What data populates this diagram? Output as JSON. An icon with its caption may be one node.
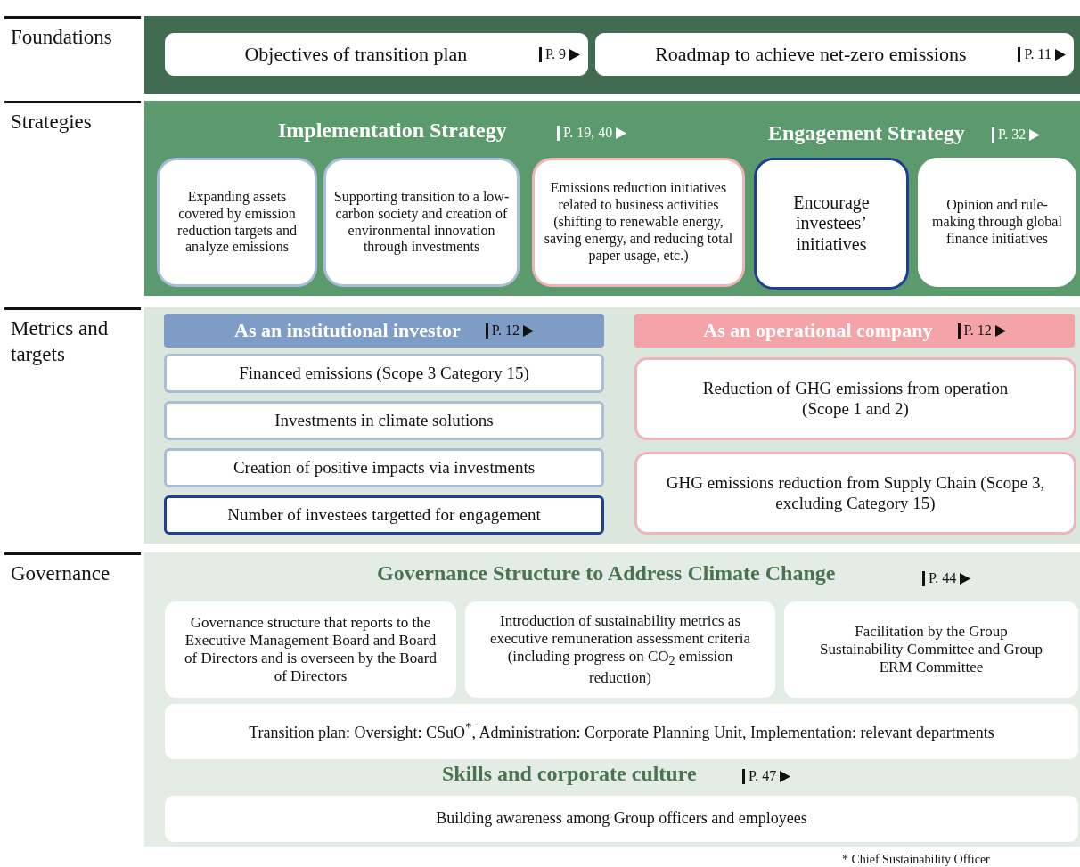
{
  "diagram": {
    "nodes": [
      {
        "text": [
          "Foundations"
        ]
      },
      {
        "text": [
          "Objectives of transition plan",
          "P. 9"
        ],
        "in": 0
      },
      {
        "text": [
          "Roadmap to achieve net-zero emissions",
          "P. 11"
        ],
        "in": 0
      },
      {
        "text": [
          "Strategies"
        ]
      },
      {
        "text": [
          "Expanding assets covered by emission reduction targets and analyze emissions"
        ],
        "in": 3
      },
      {
        "text": [
          "Supporting transition to a low-carbon society and creation of environmental innovation through investments"
        ],
        "in": 3
      },
      {
        "text": [
          "Emissions reduction initiatives related to business activities (shifting to renewable energy, saving energy, and reducing total paper usage, etc.)"
        ],
        "in": 3
      },
      {
        "text": [
          "Encourage investees’ initiatives"
        ],
        "in": 3
      },
      {
        "text": [
          "Opinion and rule-making through global finance initiatives"
        ],
        "in": 3
      },
      {
        "text": [
          "Metrics and targets"
        ]
      },
      {
        "text": [
          "As an institutional investor",
          "P. 12"
        ],
        "in": 9
      },
      {
        "text": [
          "Financed emissions (Scope 3 Category 15)"
        ],
        "in": 9
      },
      {
        "text": [
          "Investments in climate solutions"
        ],
        "in": 9
      },
      {
        "text": [
          "Creation of positive impacts via investments"
        ],
        "in": 9
      },
      {
        "text": [
          "Number of investees targetted for engagement"
        ],
        "in": 9
      },
      {
        "text": [
          "As an operational company",
          "P. 12"
        ],
        "in": 9
      },
      {
        "text": [
          "Reduction of GHG emissions from operation (Scope 1 and 2)"
        ],
        "in": 9
      },
      {
        "text": [
          "GHG emissions reduction from Supply Chain (Scope 3, excluding Category 15)"
        ],
        "in": 9
      },
      {
        "text": [
          "Governance"
        ]
      },
      {
        "text": [
          "Governance structure that reports to the Executive Management Board and Board of Directors and is overseen by the Board of Directors"
        ],
        "in": 18
      },
      {
        "text": [
          "Introduction of sustainability metrics as executive remuneration assessment criteria (including progress on CO$_{2}$ emission reduction)"
        ],
        "in": 18
      },
      {
        "text": [
          "Facilitation by the Group Sustainability Committee and Group ERM Committee"
        ],
        "in": 18
      },
      {
        "text": [
          "Transition plan: Oversight: CSuO$^{*}$, Administration: Corporate Planning Unit, Implementation: relevant departments"
        ],
        "in": 18
      },
      {
        "text": [
          "Building awareness among Group officers and employees"
        ],
        "in": 18
      }
    ],
    "edges": [],
    "labels": [
      "Implementation Strategy",
      "P. 19, 40",
      "Engagement Strategy",
      "P. 32",
      "Governance Structure to Address Climate Change",
      "P. 44",
      "Skills and corporate culture",
      "P. 47",
      "* Chief Sustainability Officer"
    ]
  }
}
